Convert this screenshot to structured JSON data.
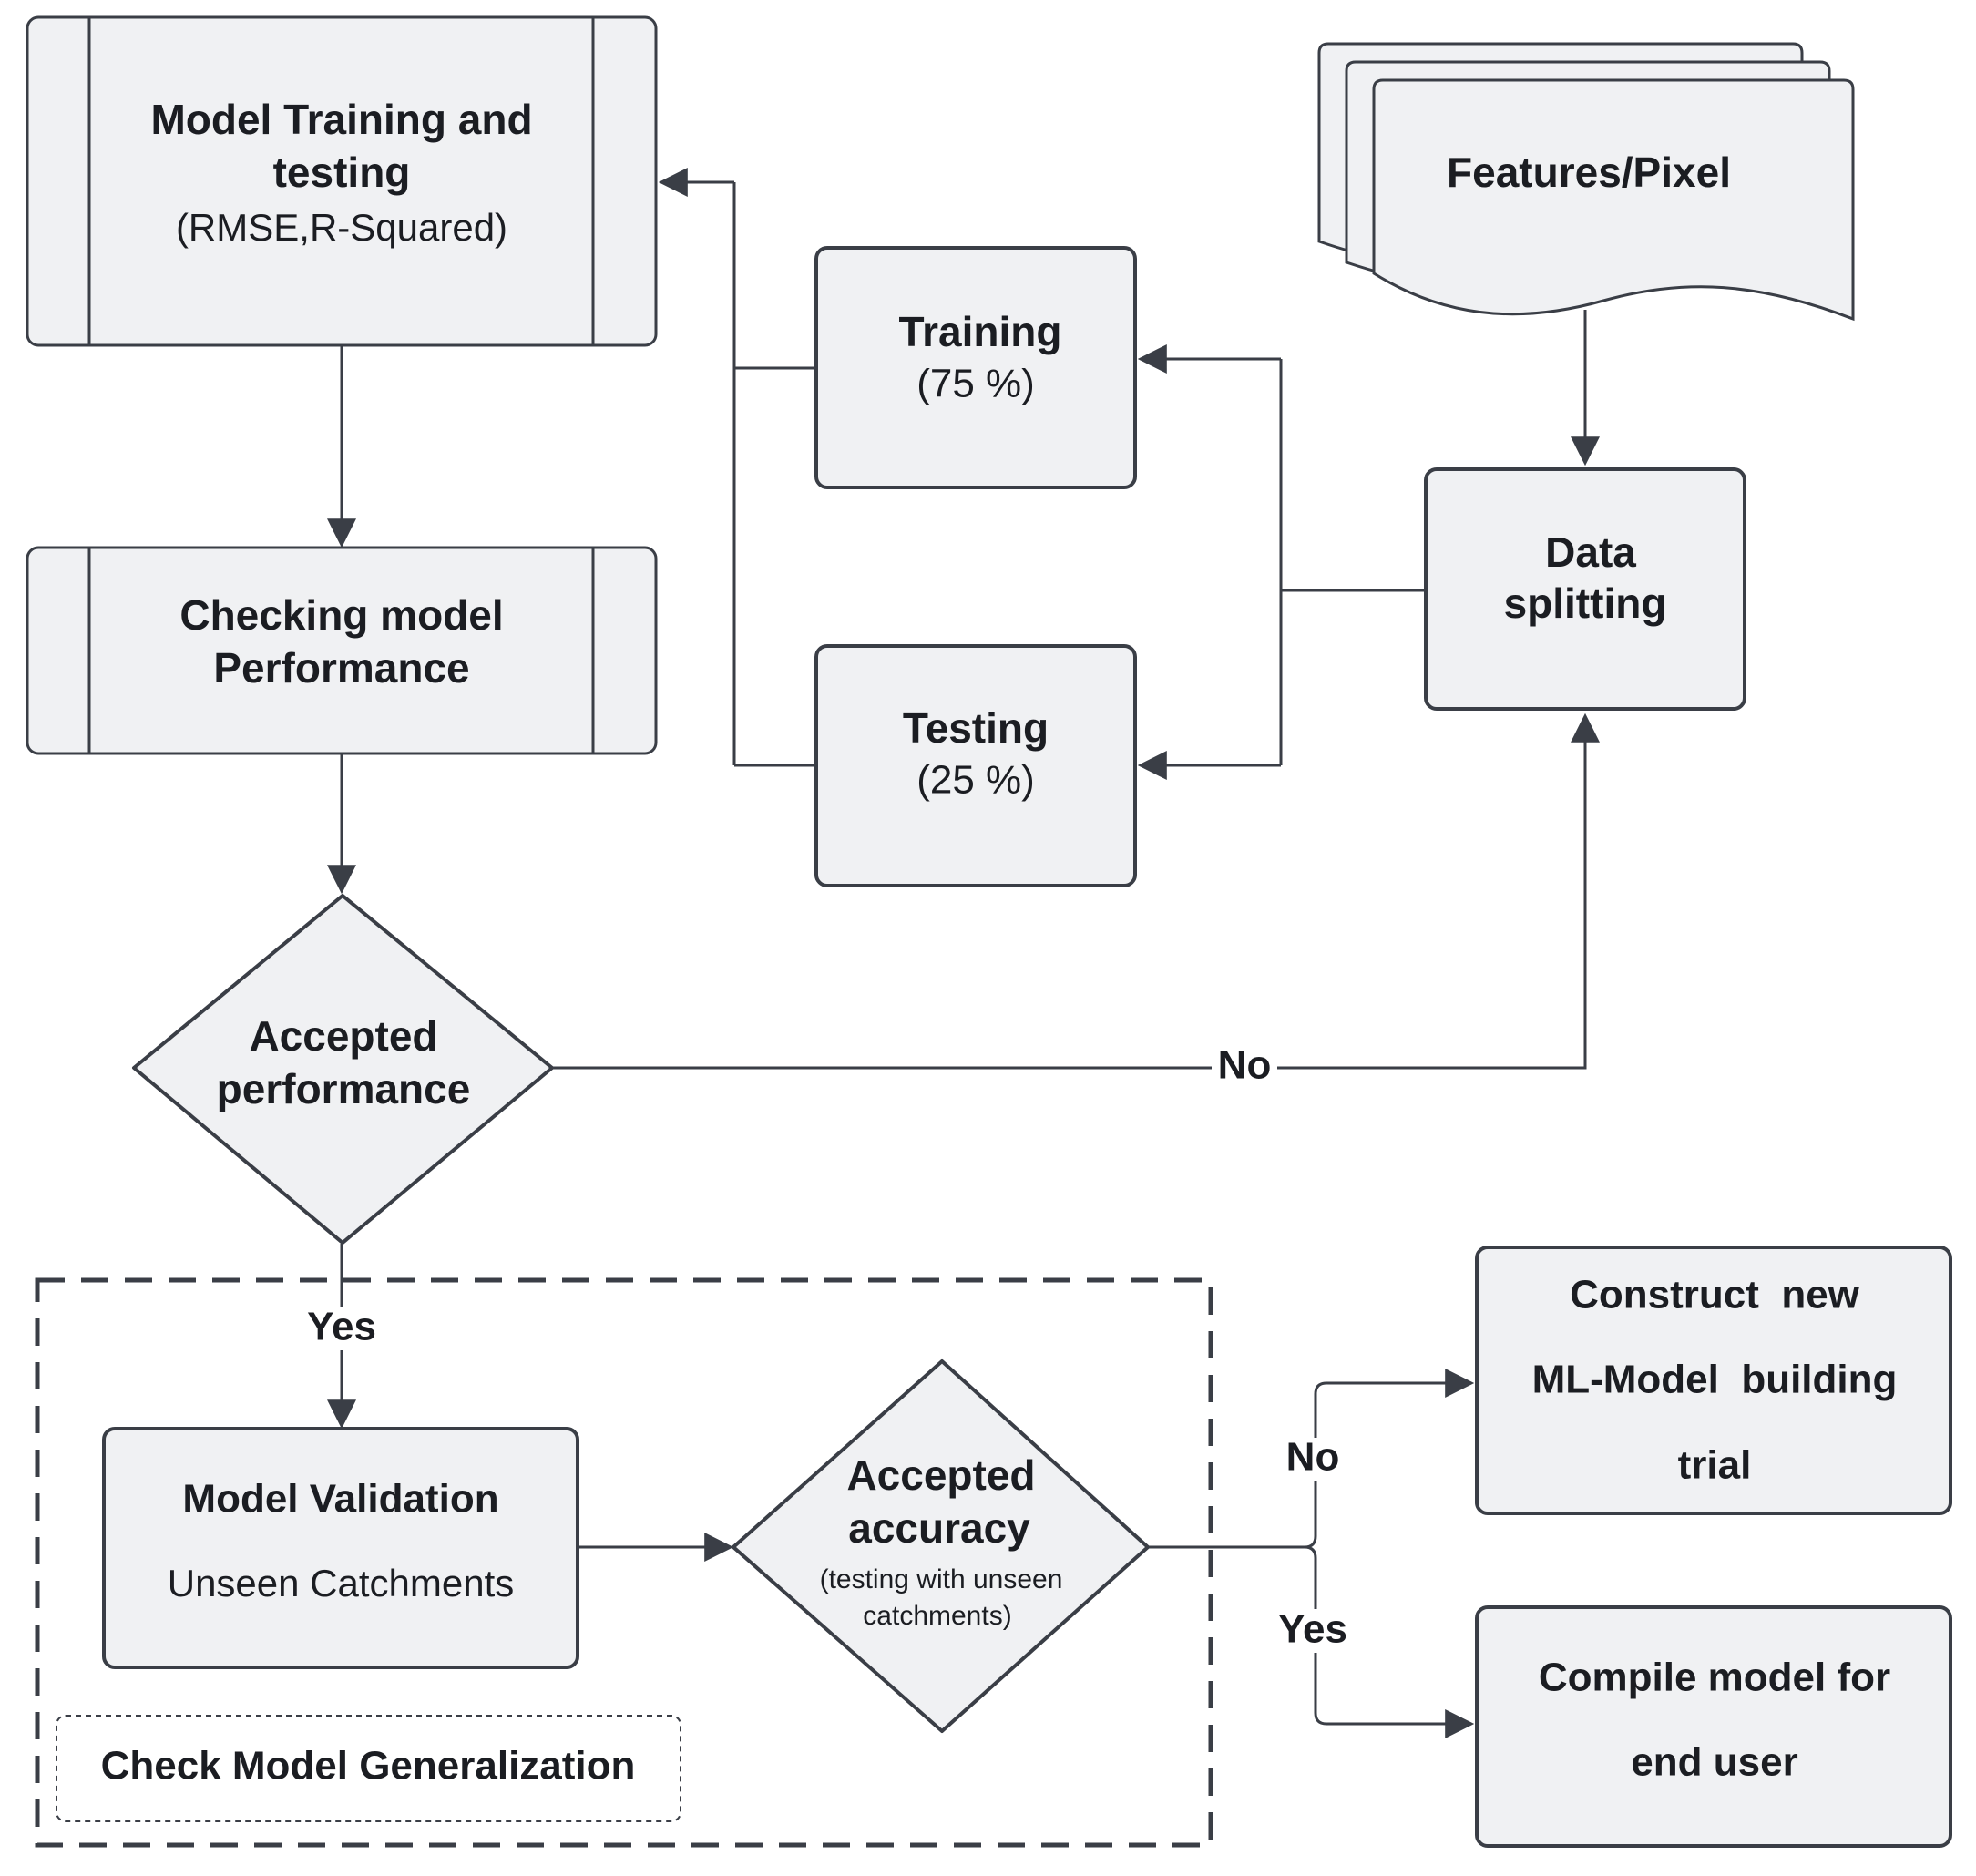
{
  "colors": {
    "stroke": "#3a3e46",
    "fill": "#f0f1f3",
    "text": "#1b1d22",
    "background": "#ffffff"
  },
  "nodes": {
    "model_training": {
      "line1": "Model Training and",
      "line2": "testing",
      "line3": "(RMSE,R-Squared)"
    },
    "checking_performance": {
      "line1": "Checking model",
      "line2": "Performance"
    },
    "features": {
      "label": "Features/Pixel"
    },
    "training": {
      "line1": "Training",
      "line2": "(75 %)"
    },
    "testing": {
      "line1": "Testing",
      "line2": "(25 %)"
    },
    "data_splitting": {
      "line1": "Data",
      "line2": "splitting"
    },
    "accepted_performance": {
      "line1": "Accepted",
      "line2": "performance"
    },
    "model_validation": {
      "line1": "Model Validation",
      "line2": "Unseen Catchments"
    },
    "accepted_accuracy": {
      "line1": "Accepted",
      "line2": "accuracy",
      "line3": "(testing with unseen",
      "line4": "catchments)"
    },
    "construct_new": {
      "line1": "Construct  new",
      "line2": "ML-Model  building",
      "line3": "trial"
    },
    "compile_model": {
      "line1": "Compile model for",
      "line2": "end user"
    },
    "generalization_group": {
      "label": "Check Model Generalization"
    }
  },
  "edges": {
    "perf_no": "No",
    "perf_yes": "Yes",
    "acc_no": "No",
    "acc_yes": "Yes"
  }
}
